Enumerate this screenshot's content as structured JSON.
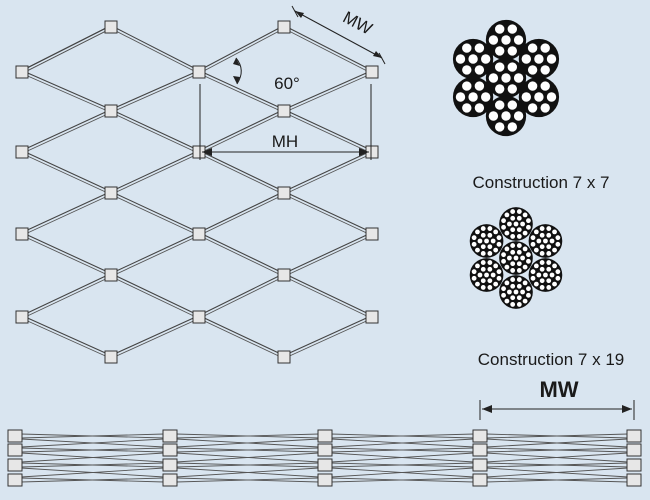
{
  "labels": {
    "mesh_width": "MW",
    "mesh_height": "MH",
    "angle": "60°",
    "construction_7x7": "Construction 7 x 7",
    "construction_7x19": "Construction 7 x 19",
    "side_mesh_width": "MW"
  },
  "colors": {
    "background": "#d9e5f0",
    "wire": "#444444",
    "ferrule_fill": "#e7e7e7",
    "cable_dark": "#111111"
  }
}
